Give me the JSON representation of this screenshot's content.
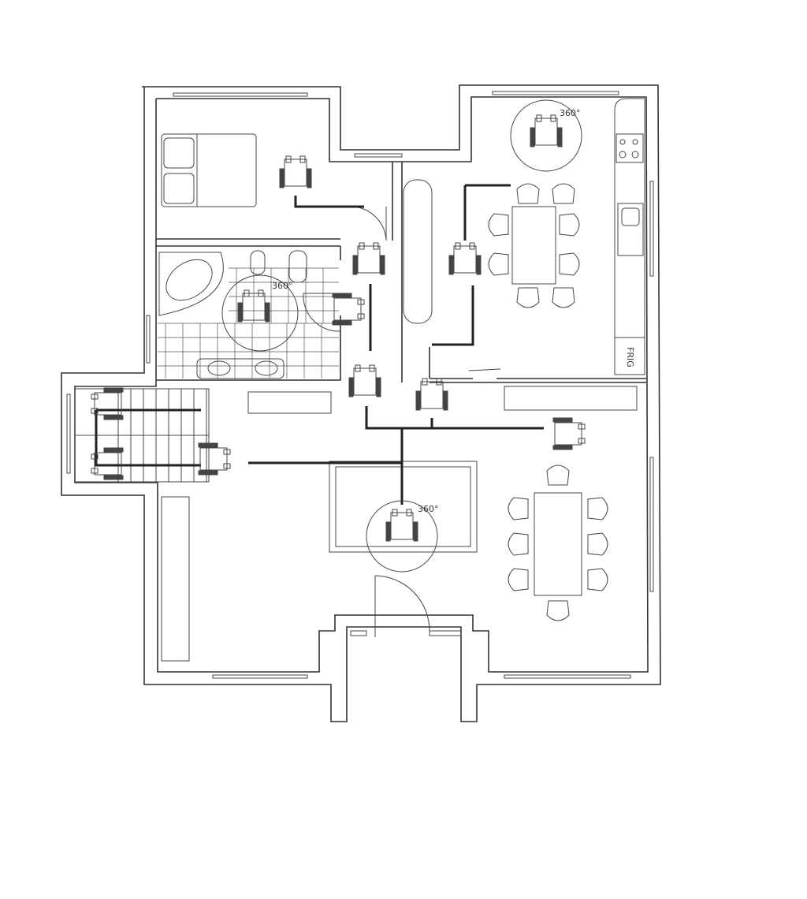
{
  "plan": {
    "turning_labels": [
      "360°",
      "360°",
      "360°"
    ],
    "fridge_label": "FRIG",
    "line_color": "#333333",
    "background": "#ffffff"
  }
}
